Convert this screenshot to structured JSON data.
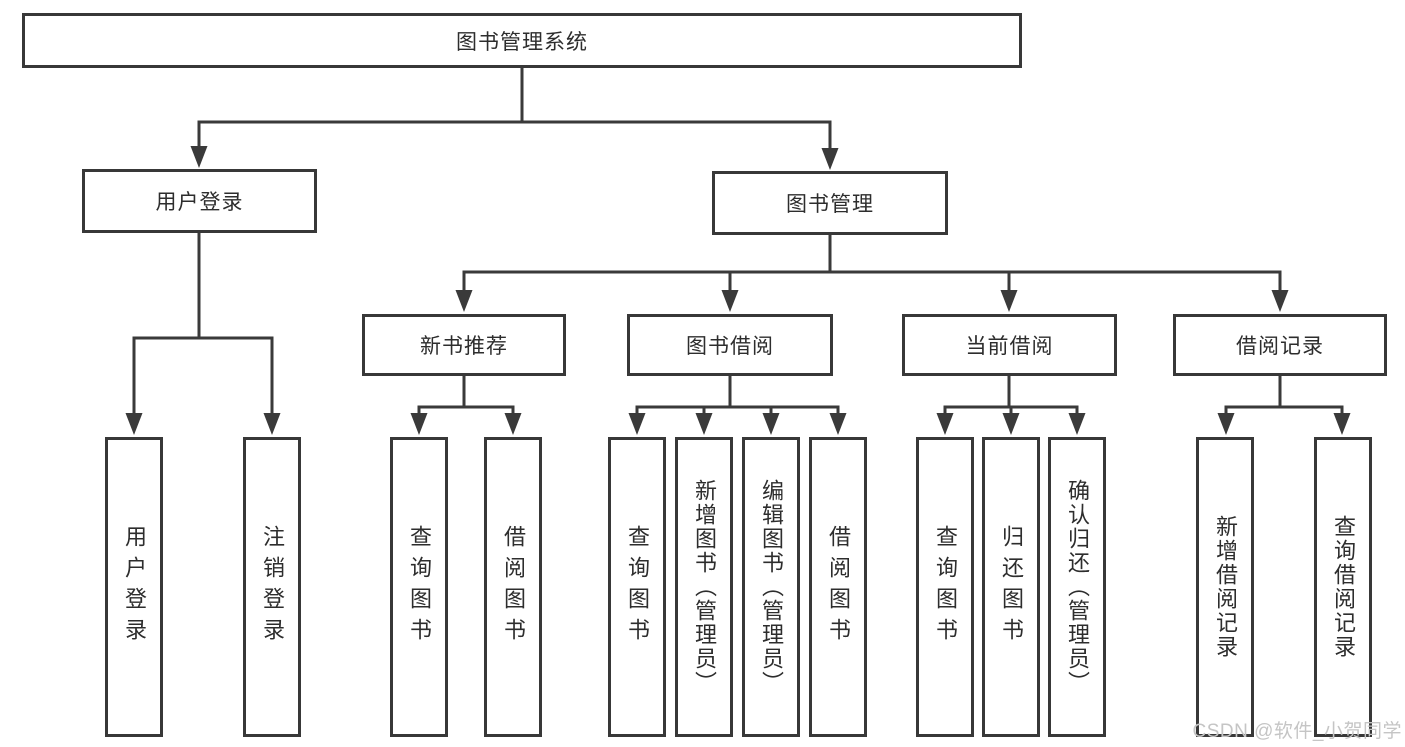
{
  "diagram": {
    "type": "hierarchy-tree",
    "colors": {
      "line": "#3a3a3a",
      "box_border": "#383838",
      "text": "#2d2d2d",
      "watermark": "#c5c5c5",
      "background": "#ffffff"
    },
    "tree": {
      "root": "图书管理系统",
      "branches": [
        {
          "label": "用户登录",
          "children": [
            "用户登录",
            "注销登录"
          ]
        },
        {
          "label": "图书管理",
          "groups": [
            {
              "label": "新书推荐",
              "children": [
                "查询图书",
                "借阅图书"
              ]
            },
            {
              "label": "图书借阅",
              "children": [
                "查询图书",
                "新增图书（管理员）",
                "编辑图书（管理员）",
                "借阅图书"
              ]
            },
            {
              "label": "当前借阅",
              "children": [
                "查询图书",
                "归还图书",
                "确认归还（管理员）"
              ]
            },
            {
              "label": "借阅记录",
              "children": [
                "新增借阅记录",
                "查询借阅记录"
              ]
            }
          ]
        }
      ]
    },
    "watermark": "CSDN @软件_小贺同学"
  }
}
